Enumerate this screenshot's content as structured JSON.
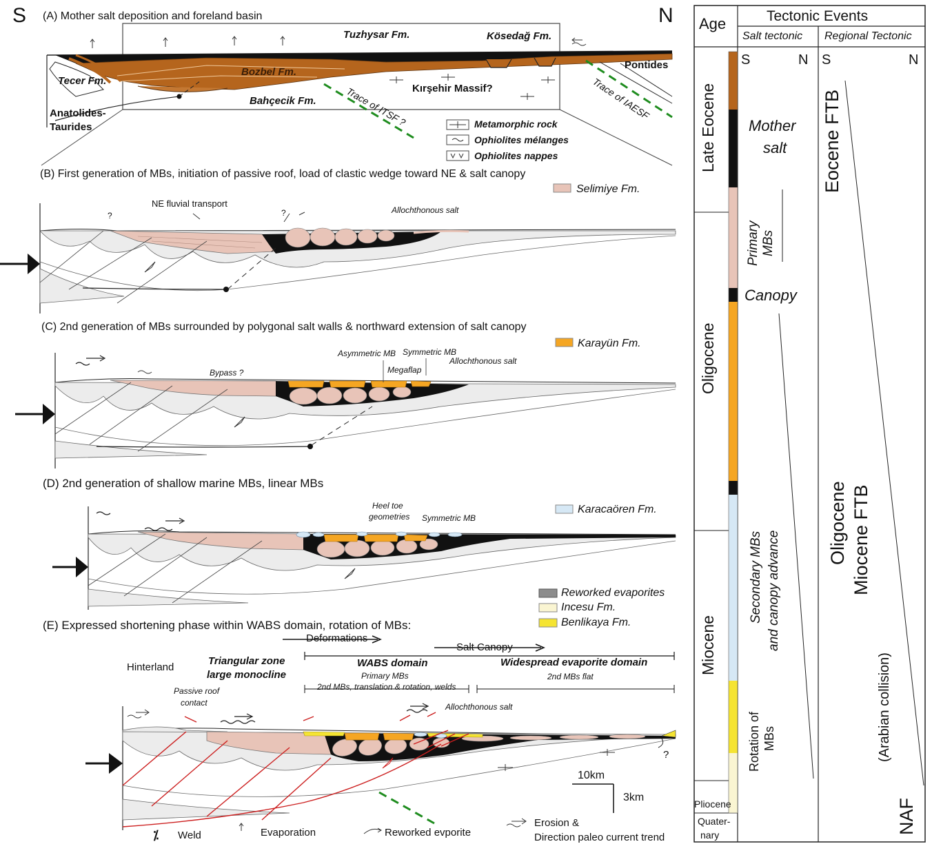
{
  "colors": {
    "mother_salt": "#111111",
    "bozbel": "#b5651d",
    "selimiye": "#e8c4b8",
    "karayun": "#f5a623",
    "karacaoren": "#d6e8f5",
    "benlikaya": "#f5e432",
    "incesu": "#faf5d2",
    "reworked": "#8c8c8c",
    "basement": "#ececec",
    "fault_red": "#cc1e1e",
    "trace_green": "#1e8c1e"
  },
  "compass": {
    "south": "S",
    "north": "N"
  },
  "panel_a": {
    "title": "(A) Mother salt deposition and foreland basin",
    "labels": {
      "tuzhysar": "Tuzhysar Fm.",
      "kosedag": "Kösedağ Fm.",
      "bozbel": "Bozbel Fm.",
      "tecer": "Tecer Fm.",
      "bahcecik": "Bahçecik Fm.",
      "kirsehir": "Kırşehir Massif?",
      "pontides": "Pontides",
      "anatolides1": "Anatolides-",
      "anatolides2": "Taurides",
      "itsf": "Trace of ITSF ?",
      "iaesf": "Trace of IAESF"
    },
    "legend": [
      "Metamorphic rock",
      "Ophiolites mélanges",
      "Ophiolites nappes"
    ]
  },
  "panel_b": {
    "title": "(B) First generation of MBs, initiation of passive roof,  load of clastic wedge toward NE & salt canopy",
    "legend": "Selimiye Fm.",
    "labels": {
      "fluvial": "NE fluvial transport",
      "allo": "Allochthonous salt",
      "q": "?"
    }
  },
  "panel_c": {
    "title": "(C) 2nd generation of MBs surrounded by polygonal salt walls & northward extension of salt canopy",
    "legend": "Karayün Fm.",
    "labels": {
      "asym": "Asymmetric MB",
      "sym": "Symmetric MB",
      "megaflap": "Megaflap",
      "allo": "Allochthonous salt",
      "bypass": "Bypass ?"
    }
  },
  "panel_d": {
    "title": "(D) 2nd generation of shallow marine MBs, linear MBs",
    "legend": "Karacaören Fm.",
    "labels": {
      "heel1": "Heel toe",
      "heel2": "geometries",
      "sym": "Symmetric MB"
    }
  },
  "panel_e": {
    "title": "(E) Expressed shortening phase within WABS domain, rotation of MBs:",
    "legend": [
      "Reworked evaporites",
      "Incesu Fm.",
      "Benlikaya Fm."
    ],
    "labels": {
      "deformations": "Deformations",
      "canopy": "Salt Canopy",
      "hinterland": "Hinterland",
      "tri1": "Triangular zone",
      "tri2": "large monocline",
      "wabs": "WABS domain",
      "primary": "Primary MBs",
      "second": "2nd MBs, translation & rotation, welds",
      "widespread": "Widespread evaporite domain",
      "flat": "2nd MBs flat",
      "passive1": "Passive roof",
      "passive2": "contact",
      "allo": "Allochthonous salt",
      "q": "?",
      "scale_h": "10km",
      "scale_v": "3km"
    }
  },
  "bottom_legend": {
    "weld_sym": "⁒",
    "weld": "Weld",
    "evap": "Evaporation",
    "reworked": "Reworked evporite",
    "erosion1": "Erosion &",
    "erosion2": "Direction paleo current trend"
  },
  "right_panel": {
    "age_header": "Age",
    "tectonic_header": "Tectonic Events",
    "salt_header": "Salt tectonic",
    "regional_header": "Regional Tectonic",
    "ages": [
      "Late Eocene",
      "Oligocene",
      "Miocene",
      "Pliocene",
      "Quater-",
      "nary"
    ],
    "salt_events": [
      "Mother",
      "salt",
      "Primary",
      "MBs",
      "Canopy",
      "Secondary MBs",
      "and canopy  advance",
      "Rotation of",
      "MBs"
    ],
    "regional_events": [
      "Eocene FTB",
      "Oligocene",
      "Miocene  FTB",
      "(Arabian collision)",
      "NAF"
    ]
  }
}
